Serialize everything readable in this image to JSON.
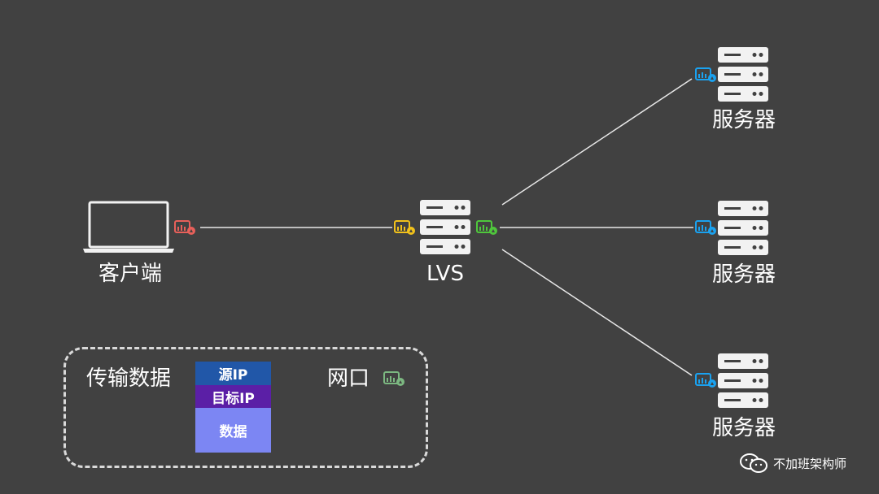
{
  "colors": {
    "background": "#414141",
    "line": "#e8e8e8",
    "server_body": "#f2f2f2",
    "nic_client": "#e8605a",
    "nic_lvs_in": "#f2c21b",
    "nic_lvs_out": "#4fc73c",
    "nic_server": "#1aa2f0",
    "nic_legend": "#7cb881",
    "source_ip": "#2157a8",
    "dest_ip": "#5b1fa6",
    "payload": "#7c86f3"
  },
  "nodes": {
    "client_label": "客户端",
    "lvs_label": "LVS",
    "server_labels": [
      "服务器",
      "服务器",
      "服务器"
    ]
  },
  "legend": {
    "transfer_label": "传输数据",
    "packet": {
      "source_ip": "源IP",
      "dest_ip": "目标IP",
      "payload": "数据"
    },
    "nic_label": "网口",
    "nic_icon": "network-port-icon"
  },
  "footer": {
    "brand": "不加班架构师",
    "icon": "wechat-icon"
  }
}
